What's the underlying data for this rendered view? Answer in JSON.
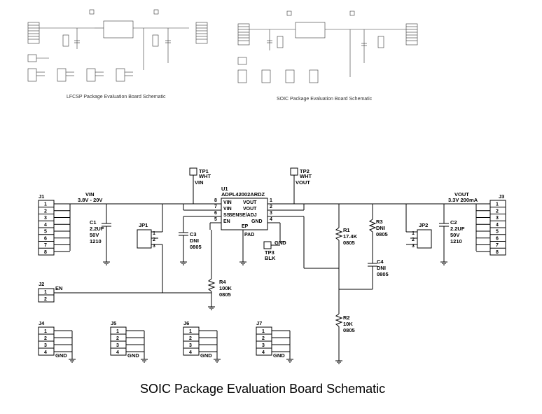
{
  "thumb_left": {
    "caption": "LFCSP Package Evaluation Board Schematic"
  },
  "thumb_right": {
    "caption": "SOIC Package Evaluation Board Schematic"
  },
  "main_caption": "SOIC Package Evaluation Board Schematic",
  "u1": {
    "ref": "U1",
    "part": "ADPL42002ARDZ",
    "left_pins": [
      {
        "name": "VIN",
        "num": "8"
      },
      {
        "name": "VIN",
        "num": "7"
      },
      {
        "name": "SS",
        "num": "6"
      },
      {
        "name": "EN",
        "num": "5"
      }
    ],
    "right_pins": [
      {
        "name": "VOUT",
        "num": "1"
      },
      {
        "name": "VOUT",
        "num": "2"
      },
      {
        "name": "SENSE/ADJ",
        "num": "3"
      },
      {
        "name": "GND",
        "num": "4"
      }
    ],
    "ep": "EP",
    "pad": "PAD"
  },
  "tp1": {
    "ref": "TP1",
    "color": "WHT",
    "net": "VIN"
  },
  "tp2": {
    "ref": "TP2",
    "color": "WHT",
    "net": "VOUT"
  },
  "tp3": {
    "ref": "TP3",
    "color": "BLK",
    "net": "GND"
  },
  "vin": {
    "name": "VIN",
    "range": "3.8V - 20V"
  },
  "vout": {
    "name": "VOUT",
    "spec": "3.3V 200mA"
  },
  "j1": {
    "ref": "J1",
    "pins": [
      "1",
      "2",
      "3",
      "4",
      "5",
      "6",
      "7",
      "8"
    ]
  },
  "j3": {
    "ref": "J3",
    "pins": [
      "1",
      "2",
      "3",
      "4",
      "5",
      "6",
      "7",
      "8"
    ]
  },
  "j2": {
    "ref": "J2",
    "pins": [
      "1",
      "2"
    ],
    "net": "EN"
  },
  "gnd_headers": [
    {
      "ref": "J4",
      "pins": [
        "1",
        "2",
        "3",
        "4"
      ],
      "net": "GND"
    },
    {
      "ref": "J5",
      "pins": [
        "1",
        "2",
        "3",
        "4"
      ],
      "net": "GND"
    },
    {
      "ref": "J6",
      "pins": [
        "1",
        "2",
        "3",
        "4"
      ],
      "net": "GND"
    },
    {
      "ref": "J7",
      "pins": [
        "1",
        "2",
        "3",
        "4"
      ],
      "net": "GND"
    }
  ],
  "c1": {
    "ref": "C1",
    "value": "2.2UF",
    "voltage": "50V",
    "pkg": "1210"
  },
  "c2": {
    "ref": "C2",
    "value": "2.2UF",
    "voltage": "50V",
    "pkg": "1210"
  },
  "c3": {
    "ref": "C3",
    "value": "DNI",
    "pkg": "0805"
  },
  "c4": {
    "ref": "C4",
    "value": "DNI",
    "pkg": "0805"
  },
  "r1": {
    "ref": "R1",
    "value": "17.4K",
    "pkg": "0805"
  },
  "r2": {
    "ref": "R2",
    "value": "10K",
    "pkg": "0805"
  },
  "r3": {
    "ref": "R3",
    "value": "DNI",
    "pkg": "0805"
  },
  "r4": {
    "ref": "R4",
    "value": "100K",
    "pkg": "0805"
  },
  "jp1": {
    "ref": "JP1",
    "pins": [
      "1",
      "2",
      "3"
    ]
  },
  "jp2": {
    "ref": "JP2",
    "pins": [
      "1",
      "2",
      "3"
    ]
  }
}
